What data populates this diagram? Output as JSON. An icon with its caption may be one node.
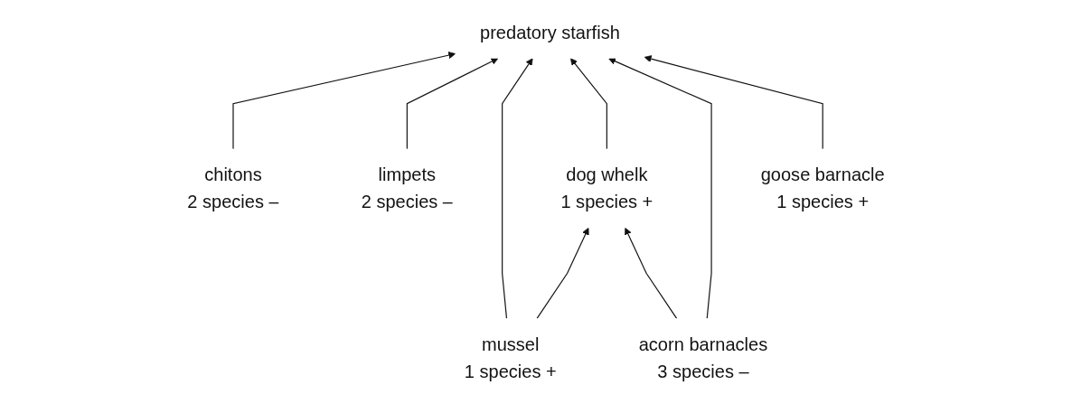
{
  "diagram": {
    "nodes": [
      {
        "text": [
          "predatory starfish"
        ]
      },
      {
        "text": [
          "dog whelk",
          "1 species +"
        ]
      },
      {
        "text": [
          "chitons",
          "2 species –"
        ]
      },
      {
        "text": [
          "limpets",
          "2 species –"
        ]
      },
      {
        "text": [
          "mussel",
          "1 species +"
        ]
      },
      {
        "text": [
          "acorn barnacles",
          "3 species –"
        ]
      },
      {
        "text": [
          "goose barnacle",
          "1 species +"
        ]
      }
    ],
    "edges": [
      {
        "from": 2,
        "to": 0,
        "arrow": "to"
      },
      {
        "from": 3,
        "to": 0,
        "arrow": "to"
      },
      {
        "from": 4,
        "to": 0,
        "arrow": "to"
      },
      {
        "from": 1,
        "to": 0,
        "arrow": "to"
      },
      {
        "from": 5,
        "to": 0,
        "arrow": "to"
      },
      {
        "from": 6,
        "to": 0,
        "arrow": "to"
      },
      {
        "from": 4,
        "to": 1,
        "arrow": "to"
      },
      {
        "from": 5,
        "to": 1,
        "arrow": "to"
      }
    ]
  }
}
